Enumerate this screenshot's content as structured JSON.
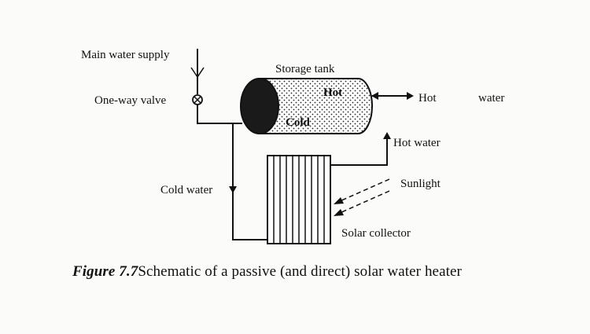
{
  "labels": {
    "main_water_supply": "Main water supply",
    "storage_tank": "Storage tank",
    "one_way_valve": "One-way valve",
    "hot_out": "Hot",
    "water_out": "water",
    "hot_in_tank": "Hot",
    "cold_in_tank": "Cold",
    "hot_water": "Hot water",
    "cold_water": "Cold water",
    "sunlight": "Sunlight",
    "solar_collector": "Solar collector"
  },
  "caption": {
    "figure_label": "Figure 7.7",
    "text": "Schematic of a passive (and direct) solar water heater"
  }
}
